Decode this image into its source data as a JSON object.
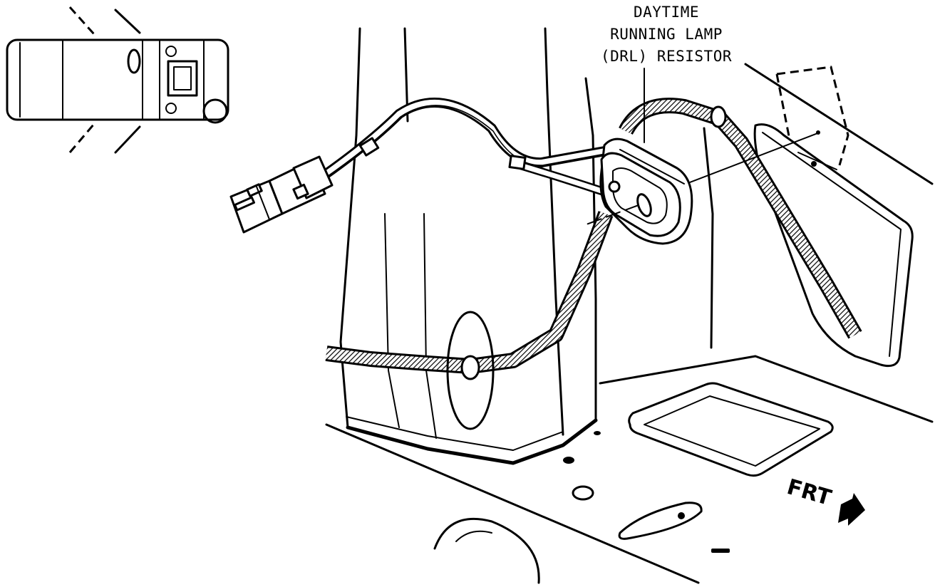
{
  "diagram": {
    "callout": {
      "line1": "DAYTIME",
      "line2": "RUNNING LAMP",
      "line3": "(DRL) RESISTOR"
    },
    "direction_label": "FRT"
  },
  "colors": {
    "ink": "#000000",
    "paper": "#ffffff"
  },
  "icons": {
    "direction": "arrow-right-icon"
  }
}
